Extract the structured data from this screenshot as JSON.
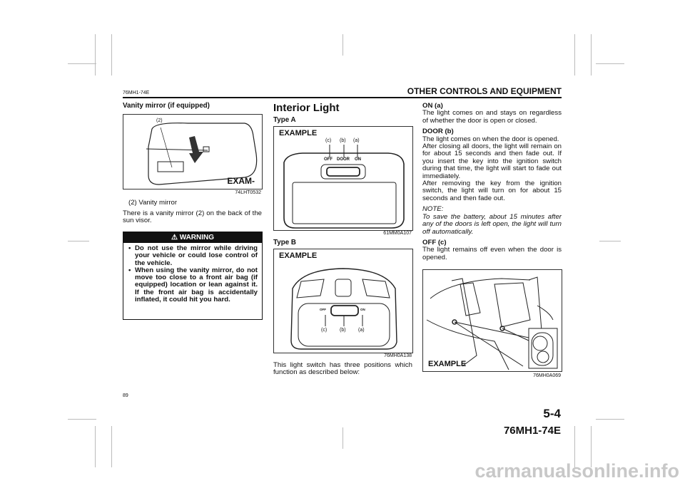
{
  "header": {
    "doc_code": "76MH1-74E",
    "section_title": "OTHER CONTROLS AND EQUIPMENT"
  },
  "footer": {
    "page_number": "89",
    "section_page": "5-4",
    "model_code": "76MH1-74E",
    "watermark": "carmanualsonline.info"
  },
  "col1": {
    "heading": "Vanity mirror (if equipped)",
    "figure": {
      "callout": "(2)",
      "example_label": "EXAM-",
      "code": "74LHT0532"
    },
    "legend": "(2) Vanity mirror",
    "paragraph": "There is a vanity mirror (2) on the back of the sun visor.",
    "warning": {
      "title": "WARNING",
      "items": [
        "Do not use the mirror while driving your vehicle or could lose control of the vehicle.",
        "When using the vanity mirror, do not move too close to a front air bag (if equipped) location or lean against it. If the front air bag is accidentally inflated, it could hit you hard."
      ]
    }
  },
  "col2": {
    "heading": "Interior Light",
    "type_a": {
      "label": "Type A",
      "example_label": "EXAMPLE",
      "callouts": [
        "(c)",
        "(b)",
        "(a)"
      ],
      "switch_labels": [
        "OFF",
        "DOOR",
        "ON"
      ],
      "code": "61MM0A107"
    },
    "type_b": {
      "label": "Type B",
      "example_label": "EXAMPLE",
      "callouts": [
        "(c)",
        "(b)",
        "(a)"
      ],
      "switch_labels": [
        "OFF",
        "ON"
      ],
      "code": "76MH0A138"
    },
    "paragraph": "This light switch has three positions which function as described below:"
  },
  "col3": {
    "on": {
      "title": "ON (a)",
      "text": "The light comes on and stays on regardless of whether the door is open or closed."
    },
    "door": {
      "title": "DOOR (b)",
      "text1": "The light comes on when the door is opened.",
      "text2": "After closing all doors, the light will remain on for about 15 seconds and then fade out. If you insert the key into the ignition switch during that time, the light will start to fade out immediately.",
      "text3": "After removing the key from the ignition switch, the light will turn on for about 15 seconds and then fade out."
    },
    "note": {
      "title": "NOTE:",
      "text": "To save the battery, about 15 minutes after any of the doors is left open, the light will turn off automatically."
    },
    "off": {
      "title": "OFF (c)",
      "text": "The light remains off even when the door is opened."
    },
    "figure": {
      "example_label": "EXAMPLE",
      "code": "76MH0A069"
    }
  }
}
